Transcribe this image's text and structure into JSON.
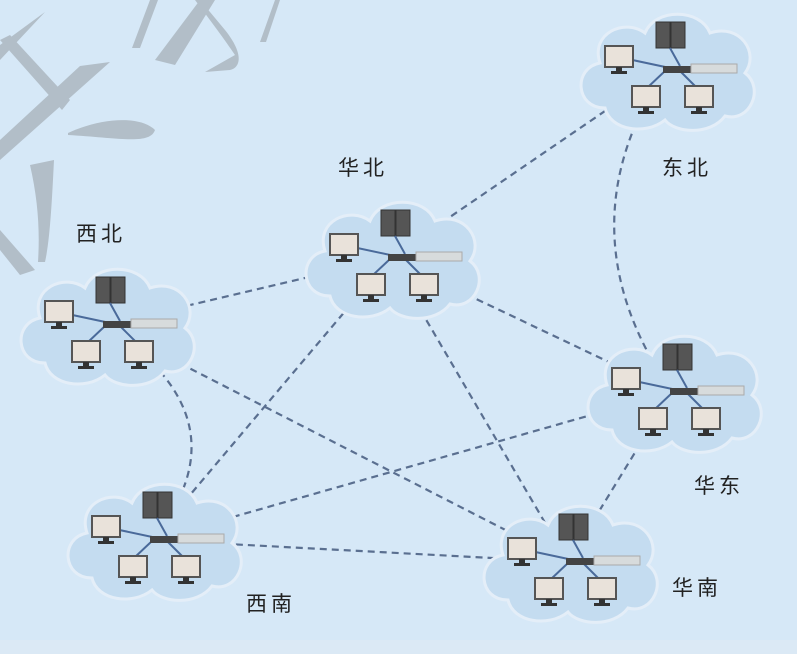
{
  "nodes": {
    "dongbei": {
      "label": "东北"
    },
    "huabei": {
      "label": "华北"
    },
    "xibei": {
      "label": "西北"
    },
    "huadong": {
      "label": "华东"
    },
    "xinan": {
      "label": "西南"
    },
    "huanan": {
      "label": "华南"
    }
  },
  "edges": [
    [
      "dongbei",
      "huabei"
    ],
    [
      "dongbei",
      "huadong"
    ],
    [
      "xibei",
      "huabei"
    ],
    [
      "xibei",
      "xinan"
    ],
    [
      "xibei",
      "huanan"
    ],
    [
      "huabei",
      "huadong"
    ],
    [
      "huabei",
      "xinan"
    ],
    [
      "huabei",
      "huanan"
    ],
    [
      "xinan",
      "huadong"
    ],
    [
      "xinan",
      "huanan"
    ],
    [
      "huadong",
      "huanan"
    ]
  ],
  "colors": {
    "background": "#d6e8f7",
    "cloud": "#c4dcf0",
    "edge": "#5a6f90",
    "watermark": "#b2bec8"
  }
}
